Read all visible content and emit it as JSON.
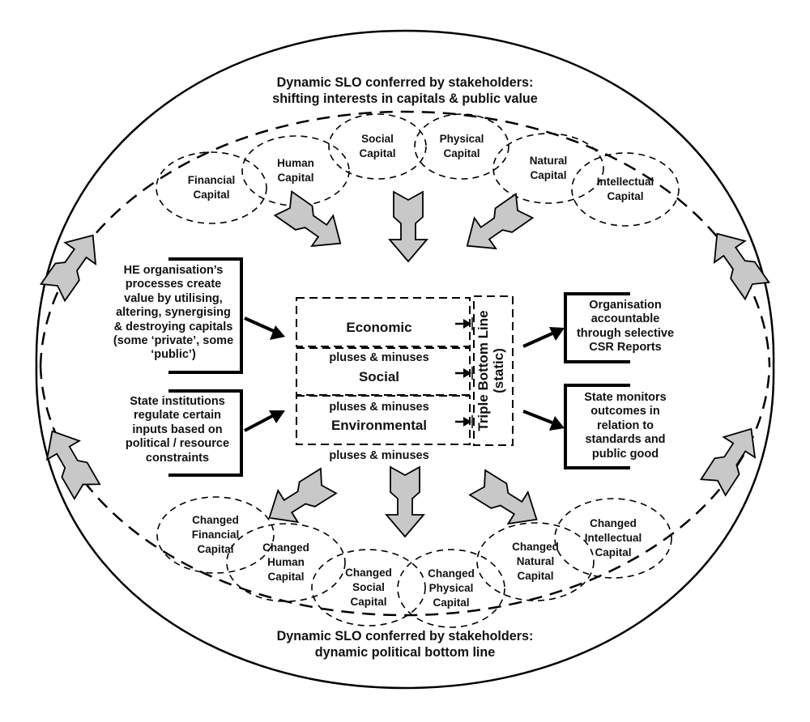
{
  "diagram": {
    "top_title": "Dynamic SLO conferred by stakeholders:\nshifting interests in capitals & public value",
    "bottom_title": "Dynamic SLO conferred by stakeholders:\ndynamic political bottom line",
    "input_capitals": [
      "Financial\nCapital",
      "Human\nCapital",
      "Social\nCapital",
      "Physical\nCapital",
      "Natural\nCapital",
      "Intellectual\nCapital"
    ],
    "output_capitals": [
      "Changed\nFinancial\nCapital",
      "Changed\nHuman\nCapital",
      "Changed\nSocial\nCapital",
      "Changed\nPhysical\nCapital",
      "Changed\nNatural\nCapital",
      "Changed\nIntellectual\nCapital"
    ],
    "left_boxes": [
      "HE organisation’s\nprocesses create\nvalue by utilising,\naltering, synergising\n& destroying capitals\n(some ‘private’, some\n‘public’)",
      "State institutions\nregulate certain\ninputs based on\npolitical / resource\nconstraints"
    ],
    "right_boxes": [
      "Organisation\naccountable\nthrough selective\nCSR Reports",
      "State monitors\noutcomes in\nrelation to\nstandards and\npublic good"
    ],
    "pillars": [
      {
        "heading": "Economic",
        "sub": "pluses & minuses"
      },
      {
        "heading": "Social",
        "sub": "pluses & minuses"
      },
      {
        "heading": "Environmental",
        "sub": "pluses & minuses"
      }
    ],
    "triple_bottom_line": "Triple Bottom Line\n(static)",
    "colors": {
      "line": "#000000",
      "arrow_fill": "#c8c8c8",
      "background": "#ffffff"
    }
  }
}
